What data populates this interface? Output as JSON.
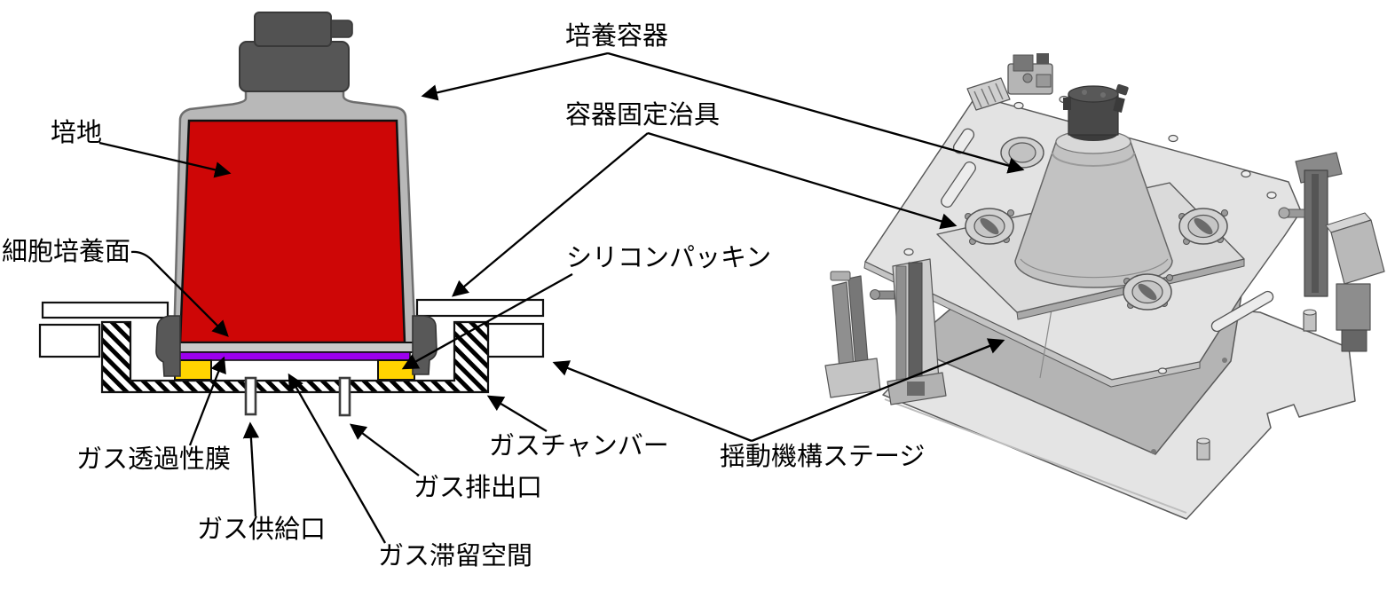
{
  "labels": {
    "medium": "培地",
    "cell_culture_surface": "細胞培養面",
    "culture_vessel": "培養容器",
    "vessel_fixing_jig": "容器固定治具",
    "silicone_packing": "シリコンパッキン",
    "gas_permeable_membrane": "ガス透過性膜",
    "gas_supply_port": "ガス供給口",
    "gas_exhaust_port": "ガス排出口",
    "gas_retention_space": "ガス滞留空間",
    "gas_chamber": "ガスチャンバー",
    "rocking_stage": "揺動機構ステージ"
  },
  "colors": {
    "culture_medium_red": "#ce0606",
    "gas_permeable_membrane_purple": "#9c00ee",
    "silicone_packing_yellow": "#ffd400",
    "vessel_body_gray": "#b8b8b8",
    "vessel_cap_dark_gray": "#525252",
    "leader_line_black": "#000000",
    "cad_plate_light_gray": "#e3e3e3",
    "cad_plate_mid_gray": "#b4b4b4"
  }
}
